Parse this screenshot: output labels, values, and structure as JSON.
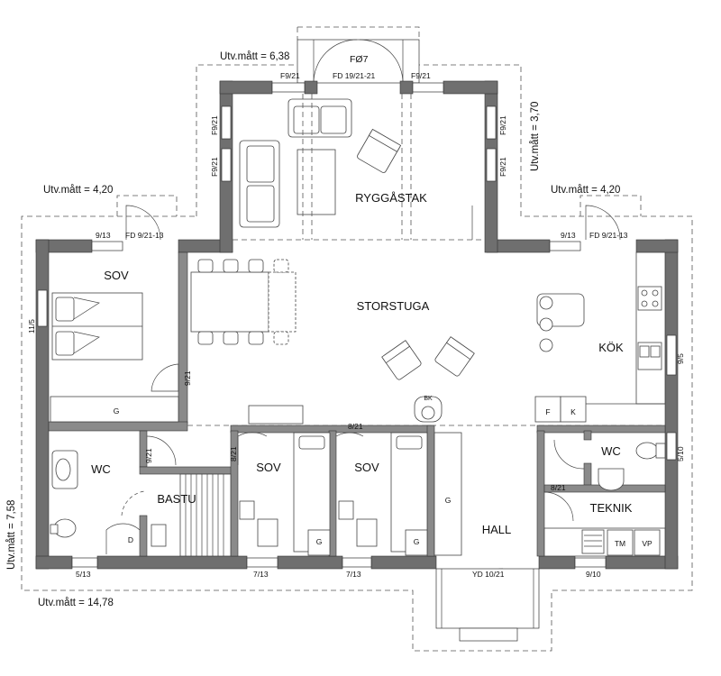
{
  "rooms": {
    "sov_1": "SOV",
    "sov_2": "SOV",
    "sov_3": "SOV",
    "storstuga": "STORSTUGA",
    "ryggastak": "RYGGÅSTAK",
    "kok": "KÖK",
    "wc_1": "WC",
    "wc_2": "WC",
    "bastu": "BASTU",
    "hall": "HALL",
    "teknik": "TEKNIK"
  },
  "dimensions": {
    "top_porch": "Utv.mått = 6,38",
    "left_wing": "Utv.mått = 4,20",
    "right_wing": "Utv.mått = 4,20",
    "porch_depth": "Utv.mått = 3,70",
    "left_height": "Utv.mått = 7,58",
    "bottom_width": "Utv.mått = 14,78"
  },
  "openings": {
    "fo7": "FØ7",
    "f9_21_a": "F9/21",
    "fd19": "FD 19/21-21",
    "f9_21_b": "F9/21",
    "f9_21_l1": "F9/21",
    "f9_21_l2": "F9/21",
    "f9_21_r1": "F9/21",
    "f9_21_r2": "F9/21",
    "w9_13_left": "9/13",
    "fd_left": "FD 9/21-13",
    "w9_13_right": "9/13",
    "fd_right": "FD 9/21-13",
    "w11_5": "11/5",
    "d9_21_sov": "9/21",
    "d9_21_wc": "9/21",
    "d8_21_sov2": "8/21",
    "d8_21_sov3": "8/21",
    "d8_21_teknik": "8/21",
    "w9_5": "9/5",
    "w5_10": "5/10",
    "w5_13": "5/13",
    "w7_13_a": "7/13",
    "w7_13_b": "7/13",
    "yd": "YD 10/21",
    "w9_10": "9/10"
  },
  "fixtures": {
    "g1": "G",
    "g2": "G",
    "g3": "G",
    "g4": "G",
    "f": "F",
    "k": "K",
    "bk": "BK",
    "d": "D",
    "tm": "TM",
    "vp": "VP"
  }
}
